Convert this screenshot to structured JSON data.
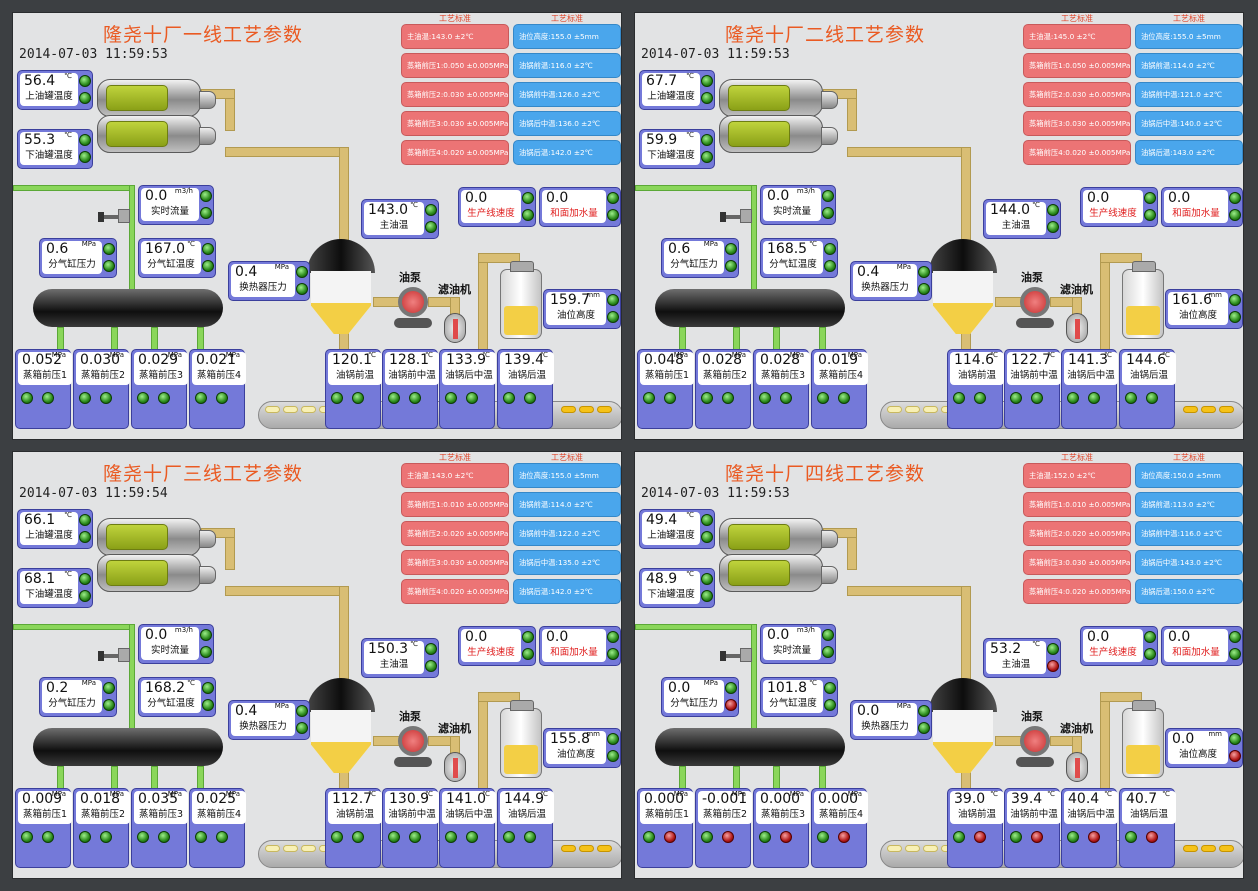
{
  "panels": [
    {
      "title": "隆尧十厂一线工艺参数",
      "datetime": "2014-07-03  11:59:53",
      "headers": [
        "工艺标准",
        "工艺标准"
      ],
      "std_red": [
        "主油温:143.0 ±2℃",
        "蒸箱前压1:0.050 ±0.005MPa",
        "蒸箱前压2:0.030 ±0.005MPa",
        "蒸箱前压3:0.030 ±0.005MPa",
        "蒸箱前压4:0.020 ±0.005MPa"
      ],
      "std_blue": [
        "油位高度:155.0 ±5mm",
        "油锅前温:116.0 ±2℃",
        "油锅前中温:126.0 ±2℃",
        "油锅后中温:136.0 ±2℃",
        "油锅后温:142.0 ±2℃"
      ],
      "labels": {
        "pump": "油泵",
        "filter": "滤油机"
      },
      "upper_tank": {
        "value": "56.4",
        "unit": "℃",
        "name": "上油罐温度"
      },
      "lower_tank": {
        "value": "55.3",
        "unit": "℃",
        "name": "下油罐温度"
      },
      "flow": {
        "value": "0.0",
        "unit": "m3/h",
        "name": "实时流量"
      },
      "sub_pressure": {
        "value": "0.6",
        "unit": "MPa",
        "name": "分气缸压力"
      },
      "sub_temp": {
        "value": "167.0",
        "unit": "℃",
        "name": "分气缸温度"
      },
      "hx_pressure": {
        "value": "0.4",
        "unit": "MPa",
        "name": "换热器压力"
      },
      "main_oil": {
        "value": "143.0",
        "unit": "℃",
        "name": "主油温"
      },
      "line_speed": {
        "value": "0.0",
        "name": "生产线速度"
      },
      "water": {
        "value": "0.0",
        "name": "和面加水量"
      },
      "oil_level": {
        "value": "159.7",
        "unit": "mm",
        "name": "油位高度"
      },
      "steam": [
        {
          "value": "0.052",
          "unit": "MPa",
          "name": "蒸箱前压1"
        },
        {
          "value": "0.030",
          "unit": "MPa",
          "name": "蒸箱前压2"
        },
        {
          "value": "0.029",
          "unit": "MPa",
          "name": "蒸箱前压3"
        },
        {
          "value": "0.021",
          "unit": "MPa",
          "name": "蒸箱前压4"
        }
      ],
      "pot": [
        {
          "value": "120.1",
          "unit": "℃",
          "name": "油锅前温"
        },
        {
          "value": "128.1",
          "unit": "℃",
          "name": "油锅前中温"
        },
        {
          "value": "133.9",
          "unit": "℃",
          "name": "油锅后中温"
        },
        {
          "value": "139.4",
          "unit": "℃",
          "name": "油锅后温"
        }
      ],
      "hl": [
        "H",
        "L"
      ]
    },
    {
      "title": "隆尧十厂二线工艺参数",
      "datetime": "2014-07-03  11:59:53",
      "headers": [
        "工艺标准",
        "工艺标准"
      ],
      "std_red": [
        "主油温:145.0 ±2℃",
        "蒸箱前压1:0.050 ±0.005MPa",
        "蒸箱前压2:0.030 ±0.005MPa",
        "蒸箱前压3:0.030 ±0.005MPa",
        "蒸箱前压4:0.020 ±0.005MPa"
      ],
      "std_blue": [
        "油位高度:155.0 ±5mm",
        "油锅前温:114.0 ±2℃",
        "油锅前中温:121.0 ±2℃",
        "油锅后中温:140.0 ±2℃",
        "油锅后温:143.0 ±2℃"
      ],
      "labels": {
        "pump": "油泵",
        "filter": "滤油机"
      },
      "upper_tank": {
        "value": "67.7",
        "unit": "℃",
        "name": "上油罐温度"
      },
      "lower_tank": {
        "value": "59.9",
        "unit": "℃",
        "name": "下油罐温度"
      },
      "flow": {
        "value": "0.0",
        "unit": "m3/h",
        "name": "实时流量"
      },
      "sub_pressure": {
        "value": "0.6",
        "unit": "MPa",
        "name": "分气缸压力"
      },
      "sub_temp": {
        "value": "168.5",
        "unit": "℃",
        "name": "分气缸温度"
      },
      "hx_pressure": {
        "value": "0.4",
        "unit": "MPa",
        "name": "换热器压力"
      },
      "main_oil": {
        "value": "144.0",
        "unit": "℃",
        "name": "主油温"
      },
      "line_speed": {
        "value": "0.0",
        "name": "生产线速度"
      },
      "water": {
        "value": "0.0",
        "name": "和面加水量"
      },
      "oil_level": {
        "value": "161.6",
        "unit": "mm",
        "name": "油位高度"
      },
      "steam": [
        {
          "value": "0.048",
          "unit": "MPa",
          "name": "蒸箱前压1"
        },
        {
          "value": "0.028",
          "unit": "MPa",
          "name": "蒸箱前压2"
        },
        {
          "value": "0.028",
          "unit": "MPa",
          "name": "蒸箱前压3"
        },
        {
          "value": "0.019",
          "unit": "MPa",
          "name": "蒸箱前压4"
        }
      ],
      "pot": [
        {
          "value": "114.6",
          "unit": "℃",
          "name": "油锅前温"
        },
        {
          "value": "122.7",
          "unit": "℃",
          "name": "油锅前中温"
        },
        {
          "value": "141.3",
          "unit": "℃",
          "name": "油锅后中温"
        },
        {
          "value": "144.6",
          "unit": "℃",
          "name": "油锅后温"
        }
      ],
      "hl": [
        "H",
        "L"
      ]
    },
    {
      "title": "隆尧十厂三线工艺参数",
      "datetime": "2014-07-03  11:59:54",
      "headers": [
        "工艺标准",
        "工艺标准"
      ],
      "std_red": [
        "主油温:143.0 ±2℃",
        "蒸箱前压1:0.010 ±0.005MPa",
        "蒸箱前压2:0.020 ±0.005MPa",
        "蒸箱前压3:0.030 ±0.005MPa",
        "蒸箱前压4:0.020 ±0.005MPa"
      ],
      "std_blue": [
        "油位高度:155.0 ±5mm",
        "油锅前温:114.0 ±2℃",
        "油锅前中温:122.0 ±2℃",
        "油锅后中温:135.0 ±2℃",
        "油锅后温:142.0 ±2℃"
      ],
      "labels": {
        "pump": "油泵",
        "filter": "滤油机"
      },
      "upper_tank": {
        "value": "66.1",
        "unit": "℃",
        "name": "上油罐温度"
      },
      "lower_tank": {
        "value": "68.1",
        "unit": "℃",
        "name": "下油罐温度"
      },
      "flow": {
        "value": "0.0",
        "unit": "m3/h",
        "name": "实时流量"
      },
      "sub_pressure": {
        "value": "0.2",
        "unit": "MPa",
        "name": "分气缸压力"
      },
      "sub_temp": {
        "value": "168.2",
        "unit": "℃",
        "name": "分气缸温度"
      },
      "hx_pressure": {
        "value": "0.4",
        "unit": "MPa",
        "name": "换热器压力"
      },
      "main_oil": {
        "value": "150.3",
        "unit": "℃",
        "name": "主油温"
      },
      "line_speed": {
        "value": "0.0",
        "name": "生产线速度"
      },
      "water": {
        "value": "0.0",
        "name": "和面加水量"
      },
      "oil_level": {
        "value": "155.8",
        "unit": "mm",
        "name": "油位高度"
      },
      "steam": [
        {
          "value": "0.009",
          "unit": "MPa",
          "name": "蒸箱前压1"
        },
        {
          "value": "0.018",
          "unit": "MPa",
          "name": "蒸箱前压2"
        },
        {
          "value": "0.035",
          "unit": "MPa",
          "name": "蒸箱前压3"
        },
        {
          "value": "0.025",
          "unit": "MPa",
          "name": "蒸箱前压4"
        }
      ],
      "pot": [
        {
          "value": "112.7",
          "unit": "℃",
          "name": "油锅前温"
        },
        {
          "value": "130.9",
          "unit": "℃",
          "name": "油锅前中温"
        },
        {
          "value": "141.0",
          "unit": "℃",
          "name": "油锅后中温"
        },
        {
          "value": "144.9",
          "unit": "℃",
          "name": "油锅后温"
        }
      ],
      "hl": [
        "H",
        "L"
      ]
    },
    {
      "title": "隆尧十厂四线工艺参数",
      "datetime": "2014-07-03  11:59:53",
      "headers": [
        "工艺标准",
        "工艺标准"
      ],
      "std_red": [
        "主油温:152.0 ±2℃",
        "蒸箱前压1:0.010 ±0.005MPa",
        "蒸箱前压2:0.020 ±0.005MPa",
        "蒸箱前压3:0.030 ±0.005MPa",
        "蒸箱前压4:0.020 ±0.005MPa"
      ],
      "std_blue": [
        "油位高度:150.0 ±5mm",
        "油锅前温:113.0 ±2℃",
        "油锅前中温:116.0 ±2℃",
        "油锅后中温:143.0 ±2℃",
        "油锅后温:150.0 ±2℃"
      ],
      "labels": {
        "pump": "油泵",
        "filter": "滤油机"
      },
      "upper_tank": {
        "value": "49.4",
        "unit": "℃",
        "name": "上油罐温度"
      },
      "lower_tank": {
        "value": "48.9",
        "unit": "℃",
        "name": "下油罐温度"
      },
      "flow": {
        "value": "0.0",
        "unit": "m3/h",
        "name": "实时流量"
      },
      "sub_pressure": {
        "value": "0.0",
        "unit": "MPa",
        "name": "分气缸压力"
      },
      "sub_temp": {
        "value": "101.8",
        "unit": "℃",
        "name": "分气缸温度"
      },
      "hx_pressure": {
        "value": "0.0",
        "unit": "MPa",
        "name": "换热器压力"
      },
      "main_oil": {
        "value": "53.2",
        "unit": "℃",
        "name": "主油温"
      },
      "line_speed": {
        "value": "0.0",
        "name": "生产线速度"
      },
      "water": {
        "value": "0.0",
        "name": "和面加水量"
      },
      "oil_level": {
        "value": "0.0",
        "unit": "mm",
        "name": "油位高度"
      },
      "steam": [
        {
          "value": "0.000",
          "unit": "MPa",
          "name": "蒸箱前压1"
        },
        {
          "value": "-0.001",
          "unit": "MPa",
          "name": "蒸箱前压2"
        },
        {
          "value": "0.000",
          "unit": "MPa",
          "name": "蒸箱前压3"
        },
        {
          "value": "0.000",
          "unit": "MPa",
          "name": "蒸箱前压4"
        }
      ],
      "pot": [
        {
          "value": "39.0",
          "unit": "℃",
          "name": "油锅前温"
        },
        {
          "value": "39.4",
          "unit": "℃",
          "name": "油锅前中温"
        },
        {
          "value": "40.4",
          "unit": "℃",
          "name": "油锅后中温"
        },
        {
          "value": "40.7",
          "unit": "℃",
          "name": "油锅后温"
        }
      ],
      "hl": [
        "H",
        "L"
      ]
    }
  ],
  "colors": {
    "title": "#ea5a22",
    "standard_red": "#ec7475",
    "standard_blue": "#4aa6ec",
    "panel_box": "#7479d9",
    "led_ok": "#2b8a1c",
    "led_alarm": "#b21a1a",
    "oil": "#f3cf45",
    "tank_fill": "#9cb51f"
  },
  "alarm_leds_line4": {
    "main_oil": "L",
    "sub_pressure": "L",
    "steam_L": [
      true,
      true,
      true,
      true
    ],
    "pot_L": [
      true,
      true,
      true,
      true
    ],
    "oil_level": "L"
  }
}
